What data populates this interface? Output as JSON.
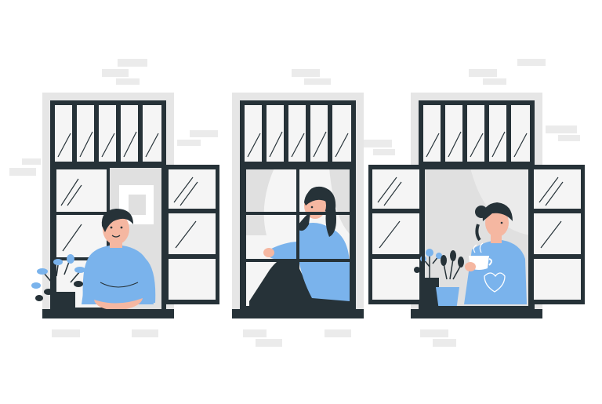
{
  "scene": {
    "palette": {
      "background": "#ffffff",
      "frame": "#263238",
      "wall_brick": "#ebebeb",
      "glass": "#f5f5f5",
      "interior": "#e0e0e0",
      "accent_blue": "#7ab3ec",
      "skin": "#f5b7a1",
      "hair": "#263238"
    },
    "windows": [
      {
        "name": "left-window",
        "resident": "man-leaning-on-sill",
        "shutter": "open-right",
        "plant": "potted-plant-left"
      },
      {
        "name": "middle-window",
        "resident": "woman-sitting-hugging-knees",
        "shutter": "closed",
        "plant": ""
      },
      {
        "name": "right-window",
        "resident": "woman-holding-cup",
        "shutters": "open-both",
        "plant": "potted-plants-sill"
      }
    ]
  }
}
